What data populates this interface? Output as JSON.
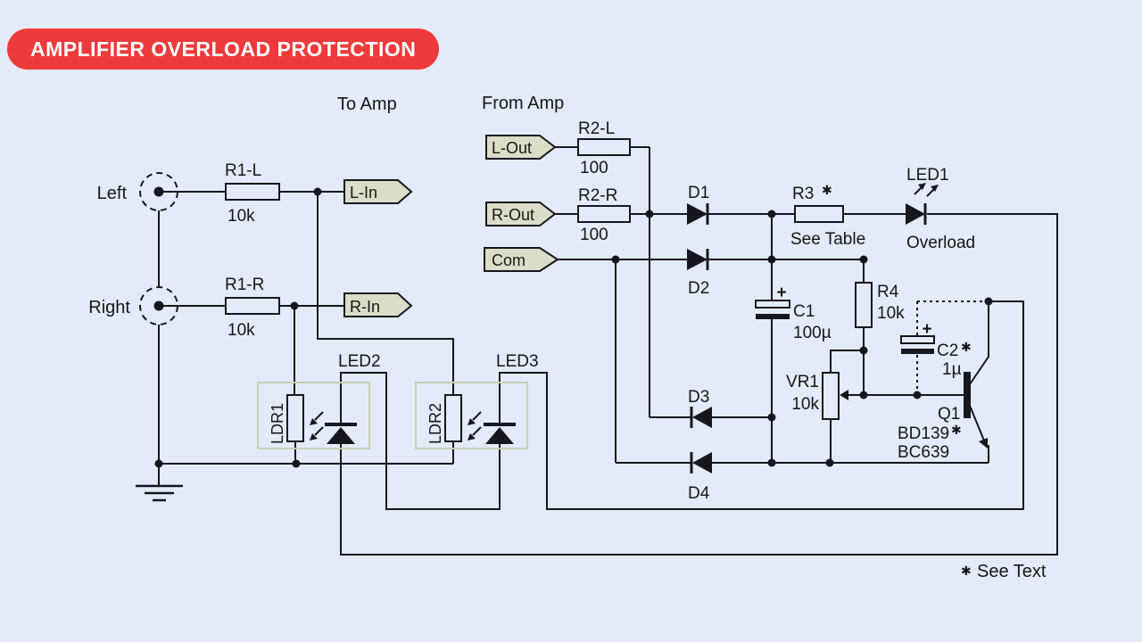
{
  "colors": {
    "background": "#e3eaf9",
    "banner": "#ee3a3a",
    "banner_text": "#ffffff",
    "wire": "#16161e",
    "text": "#161616",
    "tag_fill": "#dcddc8",
    "group_box": "#cbcfb4"
  },
  "banner": {
    "title": "AMPLIFIER OVERLOAD PROTECTION"
  },
  "headers": {
    "to_amp": "To Amp",
    "from_amp": "From Amp"
  },
  "inputs": {
    "left_label": "Left",
    "right_label": "Right"
  },
  "tags": {
    "l_in": "L-In",
    "r_in": "R-In",
    "l_out": "L-Out",
    "r_out": "R-Out",
    "com": "Com"
  },
  "components": {
    "r1l": {
      "name": "R1-L",
      "value": "10k"
    },
    "r1r": {
      "name": "R1-R",
      "value": "10k"
    },
    "r2l": {
      "name": "R2-L",
      "value": "100"
    },
    "r2r": {
      "name": "R2-R",
      "value": "100"
    },
    "r3": {
      "name": "R3",
      "note": "See Table"
    },
    "r4": {
      "name": "R4",
      "value": "10k"
    },
    "vr1": {
      "name": "VR1",
      "value": "10k"
    },
    "c1": {
      "name": "C1",
      "value": "100µ",
      "polarity": "+"
    },
    "c2": {
      "name": "C2",
      "value": "1µ",
      "polarity": "+"
    },
    "d1": "D1",
    "d2": "D2",
    "d3": "D3",
    "d4": "D4",
    "led1": {
      "name": "LED1",
      "caption": "Overload"
    },
    "led2": "LED2",
    "led3": "LED3",
    "ldr1": "LDR1",
    "ldr2": "LDR2",
    "q1": {
      "name": "Q1",
      "type_primary": "BD139",
      "type_alt": "BC639"
    }
  },
  "annotations": {
    "star": "✱",
    "see_text": "See Text"
  }
}
